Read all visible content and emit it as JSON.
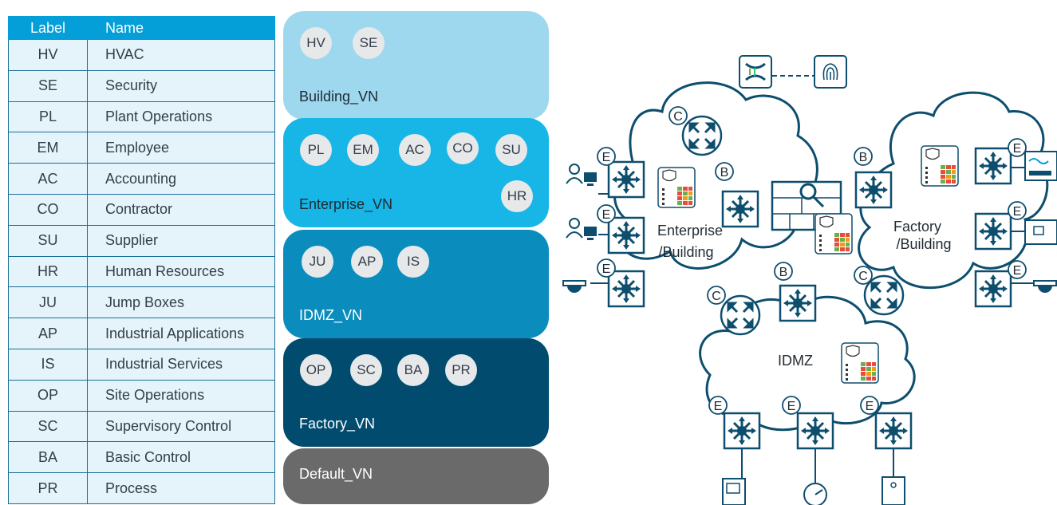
{
  "table": {
    "headers": {
      "label": "Label",
      "name": "Name"
    },
    "rows": [
      {
        "label": "HV",
        "name": "HVAC"
      },
      {
        "label": "SE",
        "name": "Security"
      },
      {
        "label": "PL",
        "name": "Plant Operations"
      },
      {
        "label": "EM",
        "name": "Employee"
      },
      {
        "label": "AC",
        "name": "Accounting"
      },
      {
        "label": "CO",
        "name": "Contractor"
      },
      {
        "label": "SU",
        "name": "Supplier"
      },
      {
        "label": "HR",
        "name": "Human Resources"
      },
      {
        "label": "JU",
        "name": "Jump Boxes"
      },
      {
        "label": "AP",
        "name": "Industrial Applications"
      },
      {
        "label": "IS",
        "name": "Industrial Services"
      },
      {
        "label": "OP",
        "name": "Site Operations"
      },
      {
        "label": "SC",
        "name": "Supervisory Control"
      },
      {
        "label": "BA",
        "name": "Basic Control"
      },
      {
        "label": "PR",
        "name": "Process"
      }
    ]
  },
  "virtual_networks": [
    {
      "id": "building",
      "name": "Building_VN",
      "labels": [
        "HV",
        "SE"
      ],
      "color": "#9ed8ee"
    },
    {
      "id": "enterprise",
      "name": "Enterprise_VN",
      "labels": [
        "PL",
        "EM",
        "AC",
        "CO",
        "SU",
        "HR"
      ],
      "color": "#17b6e6"
    },
    {
      "id": "idmz",
      "name": "IDMZ_VN",
      "labels": [
        "JU",
        "AP",
        "IS"
      ],
      "color": "#0a8dbd"
    },
    {
      "id": "factory",
      "name": "Factory_VN",
      "labels": [
        "OP",
        "SC",
        "BA",
        "PR"
      ],
      "color": "#004b6e"
    },
    {
      "id": "default",
      "name": "Default_VN",
      "labels": [],
      "color": "#6a6a6a"
    }
  ],
  "diagram": {
    "clouds": {
      "enterprise": [
        "Enterprise",
        "/Building"
      ],
      "factory": [
        "Factory",
        "/Building"
      ],
      "idmz": "IDMZ"
    },
    "badges": {
      "edge": "E",
      "border": "B",
      "control": "C"
    },
    "icons": [
      "dna-center-icon",
      "ise-fingerprint-icon",
      "firewall-icon",
      "policy-matrix-icon",
      "switch-icon",
      "router-icon",
      "workstation-icon",
      "camera-icon",
      "sensor-icon",
      "plc-icon",
      "server-icon",
      "hmi-icon",
      "gauge-icon"
    ],
    "colors": {
      "line": "#0d4e6e",
      "switch": "#0d6e94",
      "badge_fill": "#ffffff"
    }
  }
}
